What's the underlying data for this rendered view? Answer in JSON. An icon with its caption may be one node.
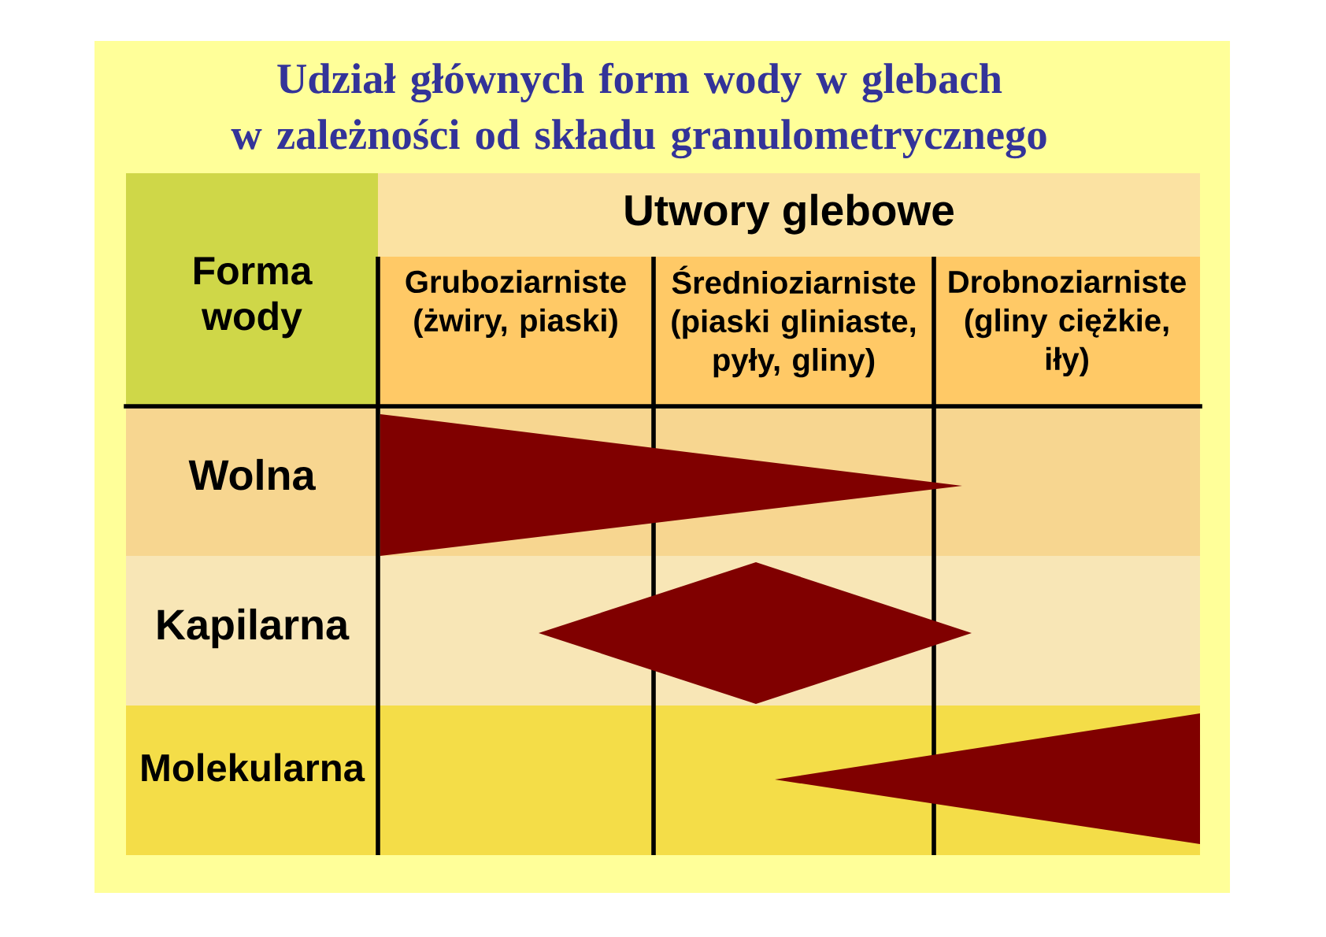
{
  "diagram": {
    "title": "Udział głównych form wody w glebach w zależności od składu granulometrycznego",
    "labels": [
      "Forma wody",
      "Utwory glebowe",
      "Gruboziarniste (żwiry, piaski)",
      "Średnioziarniste (piaski gliniaste, pyły, gliny)",
      "Drobnoziarniste (gliny ciężkie, iły)",
      "Wolna",
      "Kapilarna",
      "Molekularna"
    ]
  }
}
